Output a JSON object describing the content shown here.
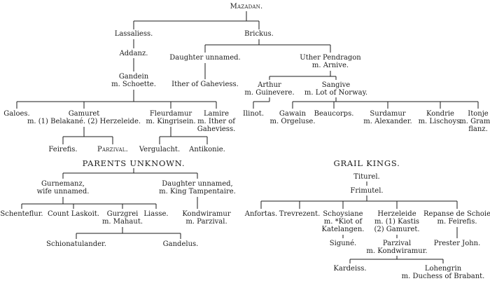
{
  "headings": {
    "parents_unknown": "PARENTS UNKNOWN.",
    "grail_kings": "GRAIL KINGS."
  },
  "nodes": {
    "mazadan": [
      "Mazadan."
    ],
    "lassaliess": [
      "Lassaliess."
    ],
    "brickus": [
      "Brickus."
    ],
    "addanz": [
      "Addanz."
    ],
    "daughter_unnamed_1": [
      "Daughter unnamed."
    ],
    "uther": [
      "Uther Pendragon",
      "m. Arnive."
    ],
    "gandein": [
      "Gandein",
      "m. Schoette."
    ],
    "ither": [
      "Ither of Gaheviess."
    ],
    "arthur": [
      "Arthur",
      "m. Guinevere."
    ],
    "sangive": [
      "Sangive",
      "m. Lot of Norway."
    ],
    "galoes": [
      "Galoes."
    ],
    "gamuret": [
      "Gamuret",
      "m. (1) Belakané. (2) Herzeleide."
    ],
    "fleurdamur": [
      "Fleurdamur",
      "m. Kingrisein."
    ],
    "lamire": [
      "Lamire",
      "m. Ither of",
      "Gaheviess."
    ],
    "ilinot": [
      "Ilinot."
    ],
    "gawain": [
      "Gawain",
      "m. Orgeluse."
    ],
    "beaucorps": [
      "Beaucorps."
    ],
    "surdamur": [
      "Surdamur",
      "m. Alexander."
    ],
    "kondrie": [
      "Kondrie",
      "m. Lischoys."
    ],
    "itonje": [
      "Itonje",
      "m. Gramo-",
      "flanz."
    ],
    "feirefis": [
      "Feirefis."
    ],
    "parzival_1": [
      "Parzival."
    ],
    "vergulacht": [
      "Vergulacht."
    ],
    "antikonie": [
      "Antikonie."
    ],
    "gurnemanz": [
      "Gurnemanz,",
      "wife unnamed."
    ],
    "daughter_unnamed_2": [
      "Daughter unnamed,",
      "m. King Tampentaire."
    ],
    "schenteflur": [
      "Schenteflur."
    ],
    "laskoit": [
      "Count Laskoit."
    ],
    "gurzgrei": [
      "Gurzgrei",
      "m. Mahaut."
    ],
    "liasse": [
      "Liasse."
    ],
    "kondwiramur": [
      "Kondwiramur",
      "m. Parzival."
    ],
    "schionatulander": [
      "Schionatulander."
    ],
    "gandelus": [
      "Gandelus."
    ],
    "titurel": [
      "Titurel."
    ],
    "frimutel": [
      "Frimutel."
    ],
    "anfortas": [
      "Anfortas."
    ],
    "trevrezent": [
      "Trevrezent."
    ],
    "schoysiane": [
      "Schoysiane",
      "m. *Kiot of",
      "Katelangen."
    ],
    "herzeleide": [
      "Herzeleide",
      "m. (1) Kastis",
      "(2) Gamuret."
    ],
    "repanse": [
      "Repanse de Schoie",
      "m. Feirefis."
    ],
    "sigune": [
      "Siguné."
    ],
    "parzival_2": [
      "Parzival",
      "m. Kondwiramur."
    ],
    "prester_john": [
      "Prester John."
    ],
    "kardeiss": [
      "Kardeiss."
    ],
    "lohengrin": [
      "Lohengrin",
      "m. Duchess of Brabant."
    ]
  },
  "colors": {
    "ink": "#1b1b1b",
    "paper": "#ffffff"
  }
}
